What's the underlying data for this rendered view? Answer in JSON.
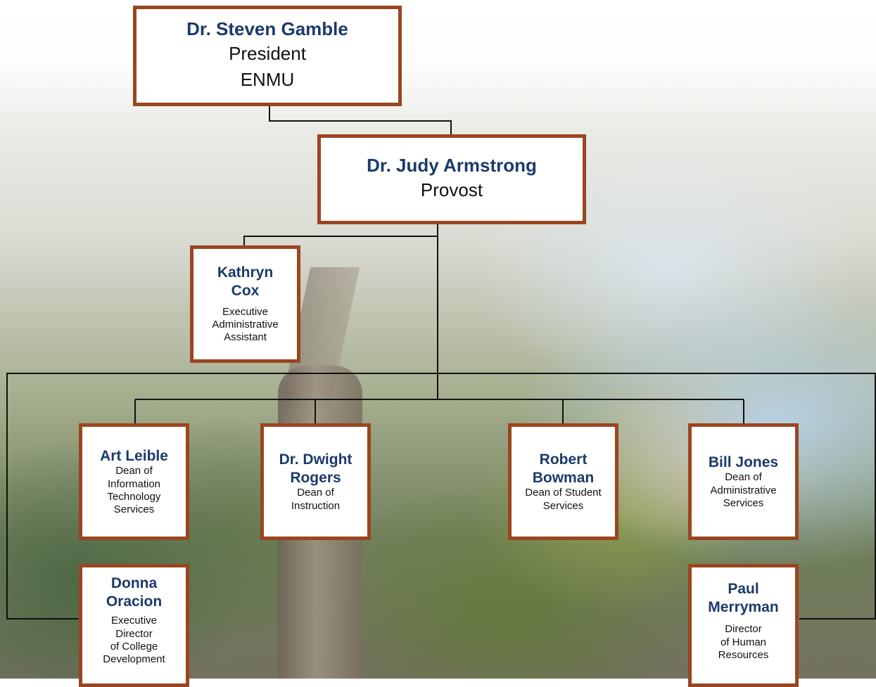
{
  "president": {
    "name": "Dr. Steven Gamble",
    "title": "President",
    "org": "ENMU"
  },
  "provost": {
    "name": "Dr. Judy Armstrong",
    "title": "Provost"
  },
  "assistant": {
    "name_line1": "Kathryn",
    "name_line2": "Cox",
    "role_line1": "Executive",
    "role_line2": "Administrative",
    "role_line3": "Assistant"
  },
  "deans": [
    {
      "name_line1": "Art Leible",
      "name_line2": "",
      "role_line1": "Dean of",
      "role_line2": "Information",
      "role_line3": "Technology",
      "role_line4": "Services"
    },
    {
      "name_line1": "Dr. Dwight",
      "name_line2": "Rogers",
      "role_line1": "Dean of",
      "role_line2": "Instruction",
      "role_line3": "",
      "role_line4": ""
    },
    {
      "name_line1": "Robert",
      "name_line2": "Bowman",
      "role_line1": "Dean of Student",
      "role_line2": "Services",
      "role_line3": "",
      "role_line4": ""
    },
    {
      "name_line1": "Bill Jones",
      "name_line2": "",
      "role_line1": "Dean of",
      "role_line2": "Administrative",
      "role_line3": "Services",
      "role_line4": ""
    }
  ],
  "directors": [
    {
      "name_line1": "Donna",
      "name_line2": "Oracion",
      "role_line1": "Executive",
      "role_line2": "Director",
      "role_line3": "of College",
      "role_line4": "Development"
    },
    {
      "name_line1": "Paul",
      "name_line2": "Merryman",
      "role_line1": "Director",
      "role_line2": "of Human",
      "role_line3": "Resources",
      "role_line4": ""
    }
  ],
  "colors": {
    "box_border": "#9b4520",
    "name_text": "#1b3a6b",
    "connector": "#111111"
  }
}
